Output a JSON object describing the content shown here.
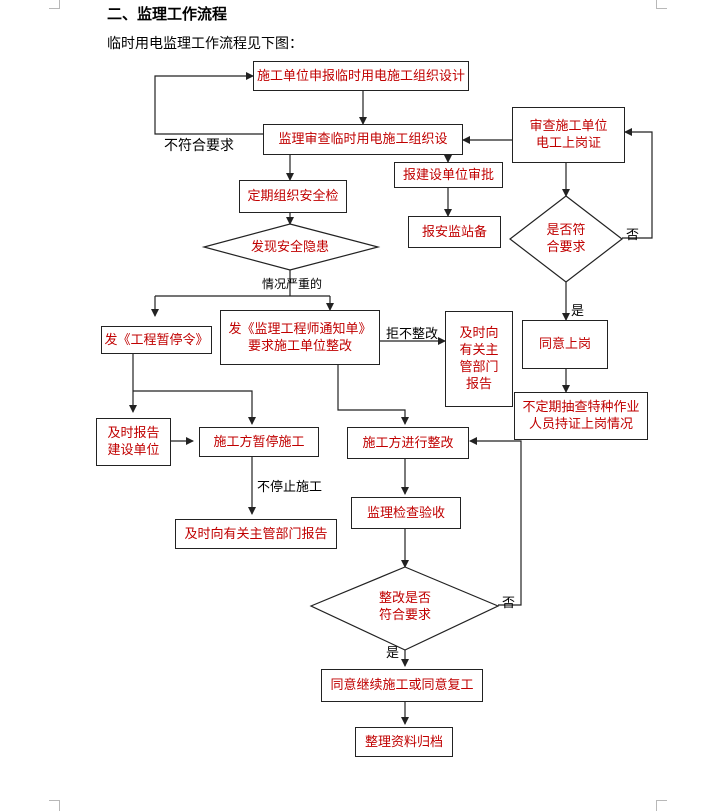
{
  "section_title": "二、监理工作流程",
  "intro": "临时用电监理工作流程见下图：",
  "flowchart": {
    "submit": "施工单位申报临时用电施工组织设计",
    "review": "监理审查临时用电施工组织设",
    "report_builder": "报建设单位审批",
    "report_station": "报安监站备",
    "safety_check": "定期组织安全检",
    "hazard": "发现安全隐患",
    "stop_order": "发《工程暂停令》",
    "notice": "发《监理工程师通知单》\n要求施工单位整改",
    "report_dept": "及时向\n有关主\n管部门\n报告",
    "report_owner": "及时报告\n建设单位",
    "suspend": "施工方暂停施工",
    "rectify": "施工方进行整改",
    "inspect": "监理检查验收",
    "report_dept2": "及时向有关主管部门报告",
    "rectify_ok": "整改是否\n符合要求",
    "continue": "同意继续施工或同意复工",
    "archive": "整理资料归档",
    "cert_check": "审查施工单位\n电工上岗证",
    "cert_ok": "是否符\n合要求",
    "approve": "同意上岗",
    "spot_check": "不定期抽查特种作业\n人员持证上岗情况"
  },
  "labels": {
    "not_ok": "不符合要求",
    "serious": "情况严重的",
    "refuse": "拒不整改",
    "no_stop": "不停止施工",
    "no1": "否",
    "yes1": "是",
    "no2": "否",
    "yes2": "是"
  }
}
